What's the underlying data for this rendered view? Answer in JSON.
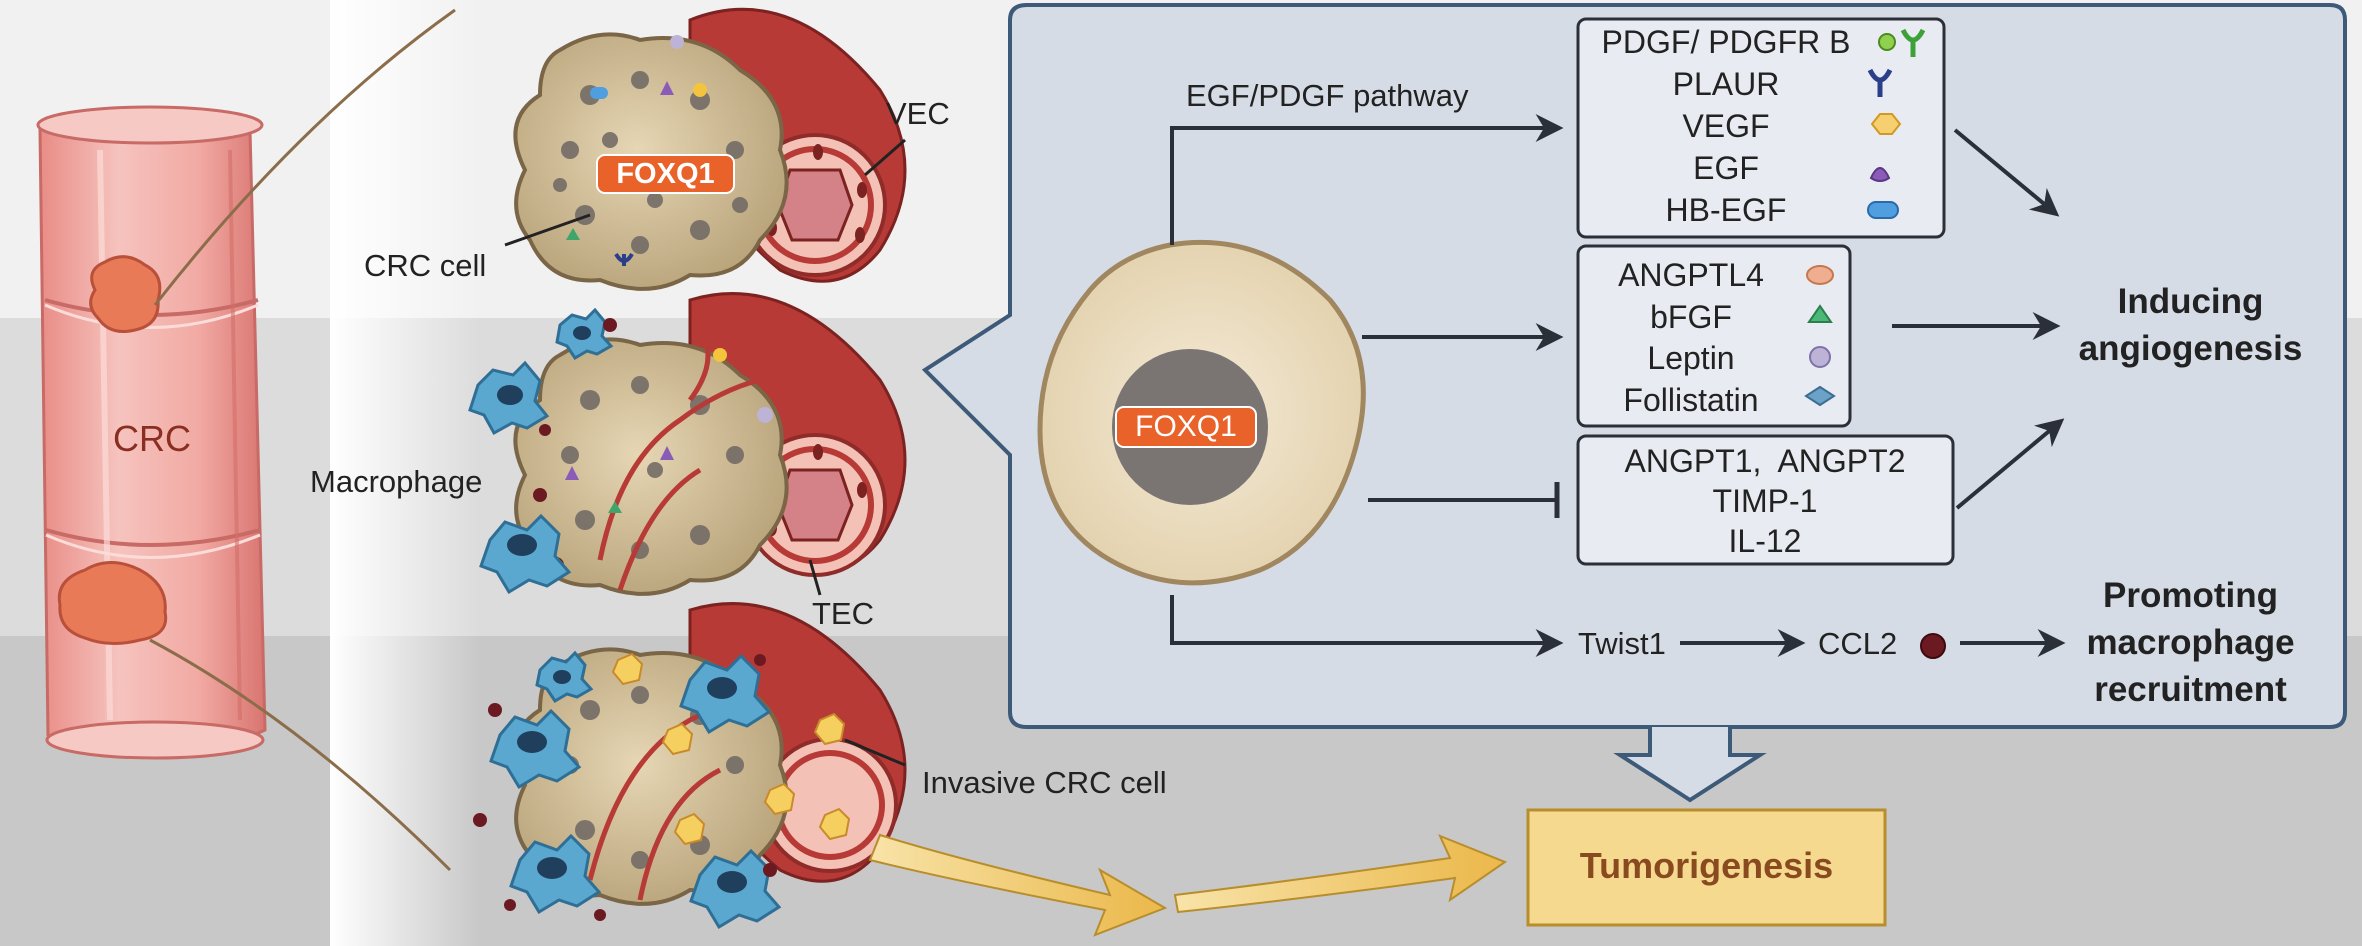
{
  "colors": {
    "band_top": "#f1f1f1",
    "band_mid": "#dcdcdc",
    "band_bottom": "#c8c8c8",
    "panel_fill": "#d6dce6",
    "panel_stroke": "#3d5a78",
    "foxq1_fill": "#e8622a",
    "cell_fill": "#efe2c8",
    "cell_stroke": "#a08760",
    "nucleus": "#7a7573",
    "colon_pink": "#f2b2ad",
    "vessel_red": "#b73a36",
    "tumorigenesis_fill": "#f5d98f",
    "tumorigenesis_text": "#8a4a1f",
    "arrow_gold": "#efc55a"
  },
  "left": {
    "crc_organ_label": "CRC",
    "crc_cell_label": "CRC cell",
    "vec_label": "VEC",
    "tec_label": "TEC",
    "macrophage_label": "Macrophage",
    "invasive_label": "Invasive CRC cell",
    "foxq1_tumor_label": "FOXQ1"
  },
  "panel": {
    "foxq1_label": "FOXQ1",
    "pathway_label": "EGF/PDGF pathway",
    "group1": [
      {
        "text": "PDGF/ PDGFR B",
        "icon": "pdgf-receptor-icon"
      },
      {
        "text": "PLAUR",
        "icon": "plaur-receptor-icon"
      },
      {
        "text": "VEGF",
        "icon": "vegf-hexagon-icon"
      },
      {
        "text": "EGF",
        "icon": "egf-triangle-icon"
      },
      {
        "text": "HB-EGF",
        "icon": "hbegf-capsule-icon"
      }
    ],
    "group2": [
      {
        "text": "ANGPTL4",
        "icon": "angptl4-ellipse-icon"
      },
      {
        "text": "bFGF",
        "icon": "bfgf-triangle-icon"
      },
      {
        "text": "Leptin",
        "icon": "leptin-circle-icon"
      },
      {
        "text": "Follistatin",
        "icon": "follistatin-diamond-icon"
      }
    ],
    "group3": [
      "ANGPT1,  ANGPT2",
      "TIMP-1",
      "IL-12"
    ],
    "twist_label": "Twist1",
    "ccl2_label": "CCL2",
    "outcome1_line1": "Inducing",
    "outcome1_line2": "angiogenesis",
    "outcome2_line1": "Promoting",
    "outcome2_line2": "macrophage",
    "outcome2_line3": "recruitment"
  },
  "result": {
    "tumorigenesis_label": "Tumorigenesis"
  }
}
